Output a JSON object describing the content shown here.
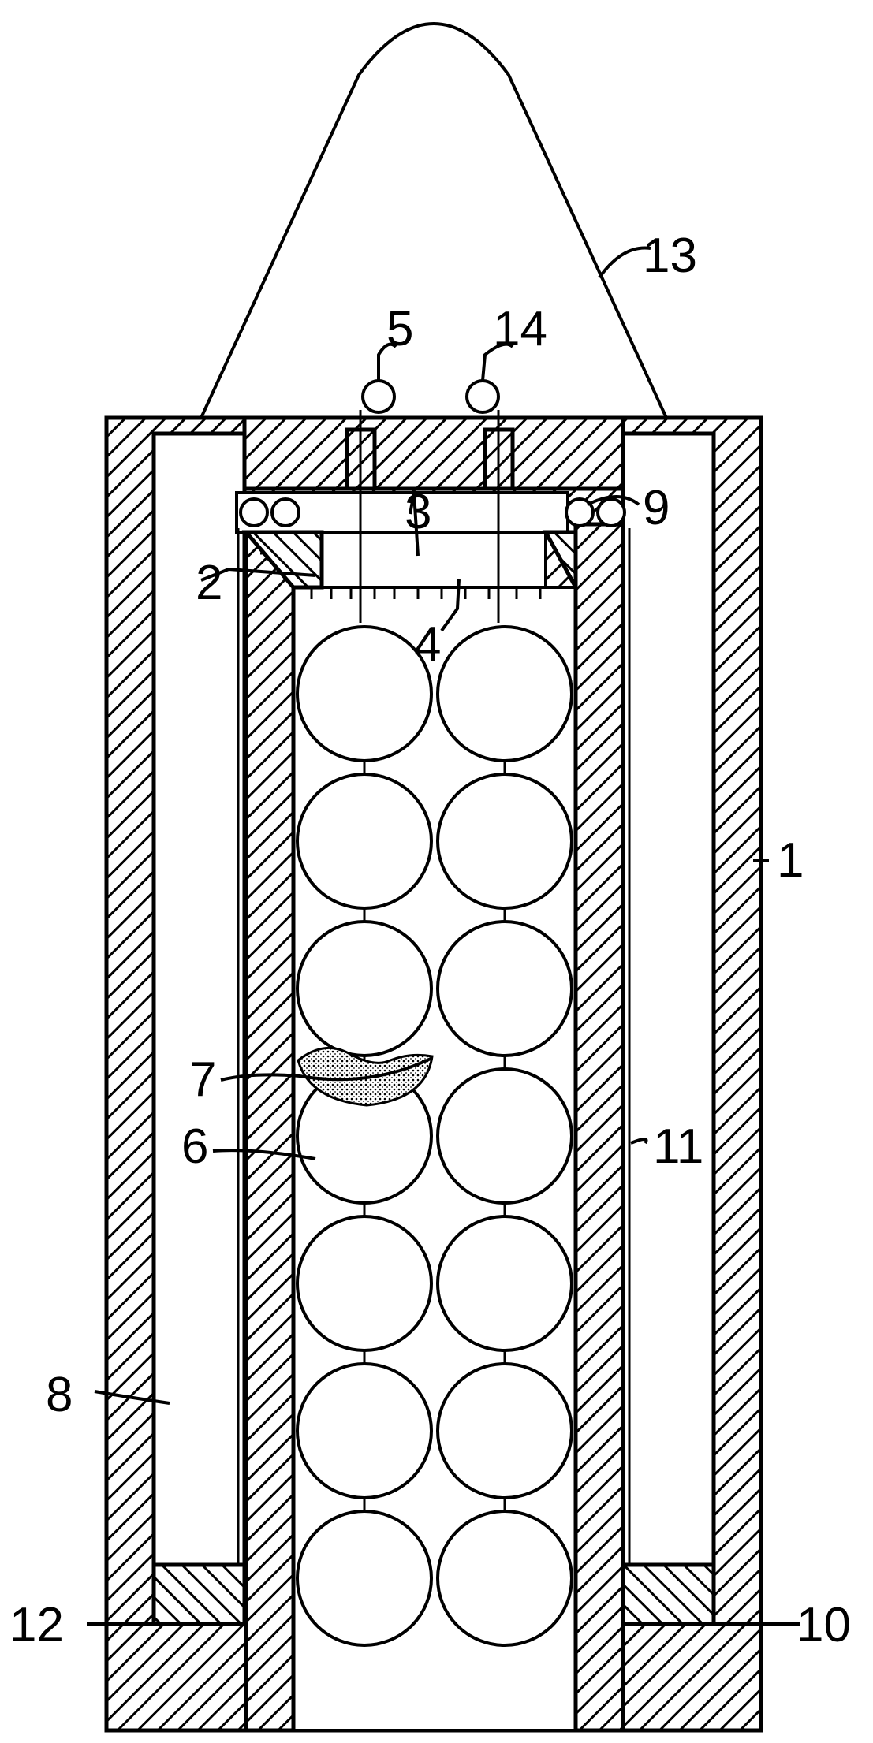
{
  "labels": {
    "l1": "1",
    "l2": "2",
    "l3": "3",
    "l4": "4",
    "l5": "5",
    "l6": "6",
    "l7": "7",
    "l8": "8",
    "l9": "9",
    "l10": "10",
    "l11": "11",
    "l12": "12",
    "l13": "13",
    "l14": "14"
  },
  "balls": {
    "rows": 7,
    "cols": 2
  }
}
